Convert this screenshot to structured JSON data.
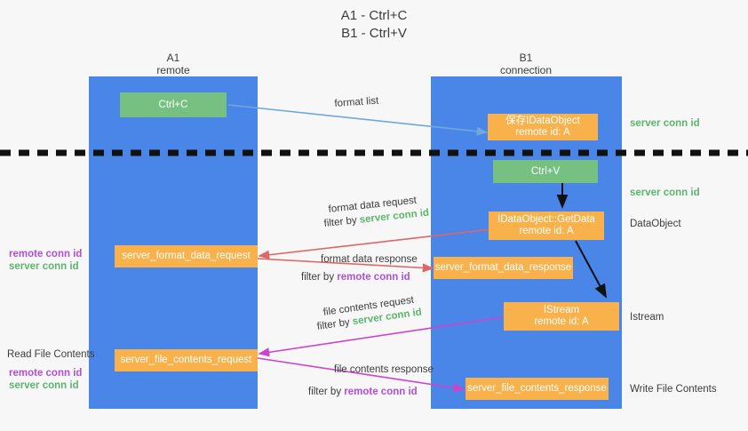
{
  "title": {
    "line1": "A1 - Ctrl+C",
    "line2": "B1 - Ctrl+V"
  },
  "lanes": [
    {
      "name": "A1",
      "sub": "remote"
    },
    {
      "name": "B1",
      "sub": "connection"
    }
  ],
  "boxes": {
    "ctrl_c": {
      "label": "Ctrl+C"
    },
    "ctrl_v": {
      "label": "Ctrl+V"
    },
    "save_dataobject": {
      "line1": "保存IDataObject",
      "line2": "remote id: A"
    },
    "getdata": {
      "line1": "IDataObject::GetData",
      "line2": "remote id: A"
    },
    "istream": {
      "line1": "IStream",
      "line2": "remote id: A"
    },
    "server_format_data_request": {
      "label": "server_format_data_request"
    },
    "server_format_data_response": {
      "label": "server_format_data_response"
    },
    "server_file_contents_request": {
      "label": "server_file_contents_request"
    },
    "server_file_contents_response": {
      "label": "server_file_contents_response"
    }
  },
  "edge_labels": {
    "format_list": "format list",
    "format_data_request": "format data request",
    "format_data_response": "format data response",
    "file_contents_request": "file contents request",
    "file_contents_response": "file contents response",
    "filter_by": "filter by ",
    "server_conn_id": "server conn id",
    "remote_conn_id": "remote conn id"
  },
  "right_labels": {
    "server_conn_id_1": "server conn id",
    "server_conn_id_2": "server conn id",
    "dataobject": "DataObject",
    "istream": "Istream",
    "write_file_contents": "Write File Contents"
  },
  "left_labels": {
    "remote_conn_id_1": "remote conn id",
    "server_conn_id_1": "server conn id",
    "read_file_contents": "Read File Contents",
    "remote_conn_id_2": "remote conn id",
    "server_conn_id_2": "server conn id"
  },
  "colors": {
    "lane": "#4a86e8",
    "orange": "#f9b24b",
    "green_box": "#76c182",
    "green_text": "#5bb56b",
    "purple_text": "#b14fd8",
    "arrow_blue": "#6fa8dc",
    "arrow_red": "#e06666",
    "arrow_magenta": "#cc44cc",
    "arrow_black": "#111111",
    "divider": "#111111",
    "background": "#f7f7f7"
  }
}
